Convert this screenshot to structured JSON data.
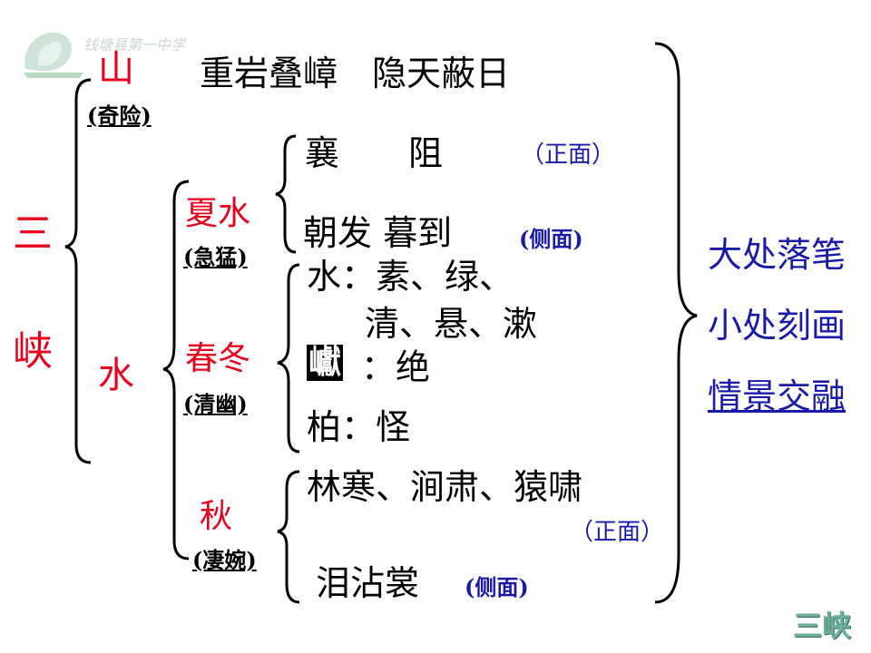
{
  "logo": {
    "caption": "钱塘县第一中学"
  },
  "root": {
    "char1": "三",
    "char2": "峡"
  },
  "mountain": {
    "label": "山",
    "sub": "(奇险)",
    "desc": "重岩叠嶂　隐天蔽日"
  },
  "water": {
    "label": "水",
    "summer": {
      "label": "夏水",
      "sub": "(急猛)",
      "line1": "襄　　阻",
      "line1_note": "（正面）",
      "line2": "朝发  暮到",
      "line2_note": "(侧面)"
    },
    "spring_winter": {
      "label": "春冬",
      "sub": "(清幽)",
      "line1": "水：素、绿、",
      "line2": "清、悬、漱",
      "highlight": "巘",
      "line3": "：绝",
      "line4": "柏：怪"
    },
    "autumn": {
      "label": "秋",
      "sub": "(凄婉)",
      "line1": "林寒、涧肃、猿啸",
      "line1_note": "（正面）",
      "line2": "泪沾裳",
      "line2_note": "(侧面)"
    }
  },
  "summary": {
    "line1": "大处落笔",
    "line2": "小处刻画",
    "line3": "情景交融"
  },
  "badge_text": "三峡",
  "colors": {
    "red": "#e8001c",
    "blue": "#1a1aaa",
    "black": "#000000"
  }
}
